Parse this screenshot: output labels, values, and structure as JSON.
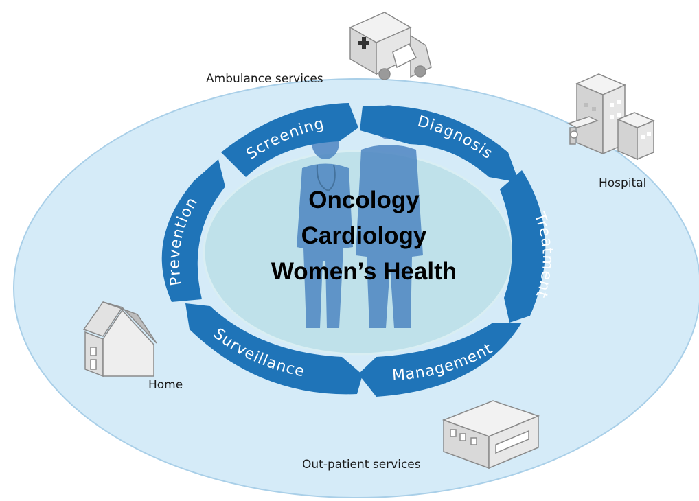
{
  "center": {
    "lines": [
      "Oncology",
      "Cardiology",
      "Women’s Health"
    ]
  },
  "cycle": {
    "stages": [
      "Screening",
      "Diagnosis",
      "Treatment",
      "Management",
      "Surveillance",
      "Prevention"
    ]
  },
  "locations": {
    "ambulance": "Ambulance services",
    "hospital": "Hospital",
    "home": "Home",
    "outpatient": "Out-patient services"
  },
  "colors": {
    "outer_field": "#d5ebf8",
    "outer_border": "#a9cfe8",
    "inner_field": "#bfe1ea",
    "arrow": "#1f74b8",
    "people": "#4e86c2",
    "building": "#e2e2e2"
  }
}
